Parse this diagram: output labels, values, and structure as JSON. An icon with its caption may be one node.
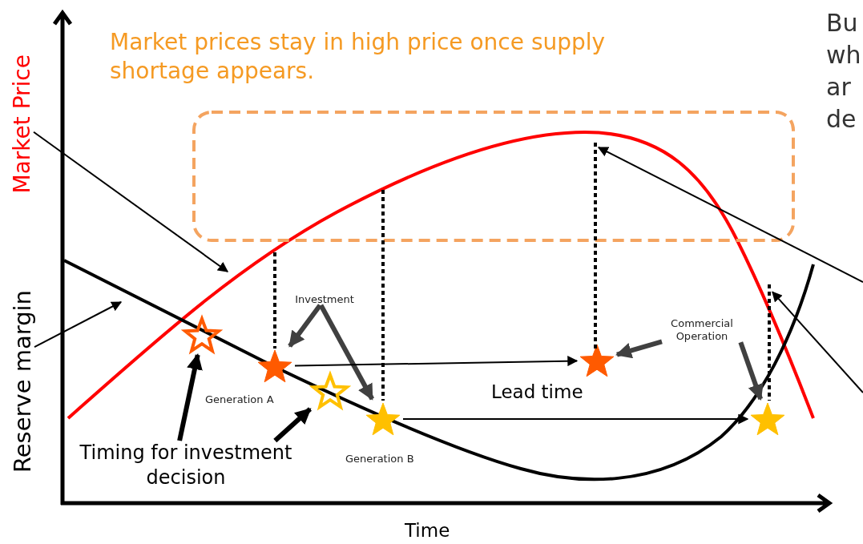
{
  "diagram": {
    "nodes": [
      {
        "text": [
          "Market prices stay in high price once supply shortage appears."
        ]
      },
      {
        "text": [
          "Market Price"
        ]
      },
      {
        "text": [
          "Reserve margin"
        ]
      },
      {
        "text": [
          "Investment"
        ]
      },
      {
        "text": [
          "Commercial Operation"
        ]
      },
      {
        "text": [
          "Timing for investment decision"
        ]
      },
      {
        "text": [],
        "shape": "star"
      },
      {
        "text": [],
        "shape": "star"
      },
      {
        "text": [],
        "shape": "star"
      },
      {
        "text": [],
        "shape": "star"
      },
      {
        "text": [],
        "shape": "star"
      },
      {
        "text": [],
        "shape": "star"
      },
      {
        "text": [],
        "shape": "line"
      },
      {
        "text": [],
        "shape": "line"
      },
      {
        "text": [],
        "shape": "line"
      },
      {
        "text": [],
        "shape": "line"
      }
    ],
    "edges": [
      {
        "from": 1,
        "to": null,
        "arrow": "to"
      },
      {
        "from": 2,
        "to": null,
        "arrow": "to"
      },
      {
        "from": 3,
        "to": 7,
        "arrow": "to",
        "style": "thick",
        "color": "#404040"
      },
      {
        "from": 3,
        "to": 9,
        "arrow": "to",
        "style": "thick",
        "color": "#404040"
      },
      {
        "from": 4,
        "to": 10,
        "arrow": "to",
        "style": "thick",
        "color": "#404040"
      },
      {
        "from": 4,
        "to": 11,
        "arrow": "to",
        "style": "thick",
        "color": "#404040"
      },
      {
        "from": 5,
        "to": 6,
        "arrow": "to",
        "style": "thick"
      },
      {
        "from": 5,
        "to": 8,
        "arrow": "to",
        "style": "thick"
      },
      {
        "from": 7,
        "to": 10,
        "arrow": "to"
      },
      {
        "from": 9,
        "to": 11,
        "arrow": "to"
      },
      {
        "from": null,
        "to": 14,
        "arrow": "to"
      },
      {
        "from": null,
        "to": 15,
        "arrow": "to"
      }
    ],
    "labels": [
      "Bu",
      "wh",
      "ar",
      "de",
      "Generation A",
      "Lead time",
      "Generation B",
      "Time"
    ]
  }
}
